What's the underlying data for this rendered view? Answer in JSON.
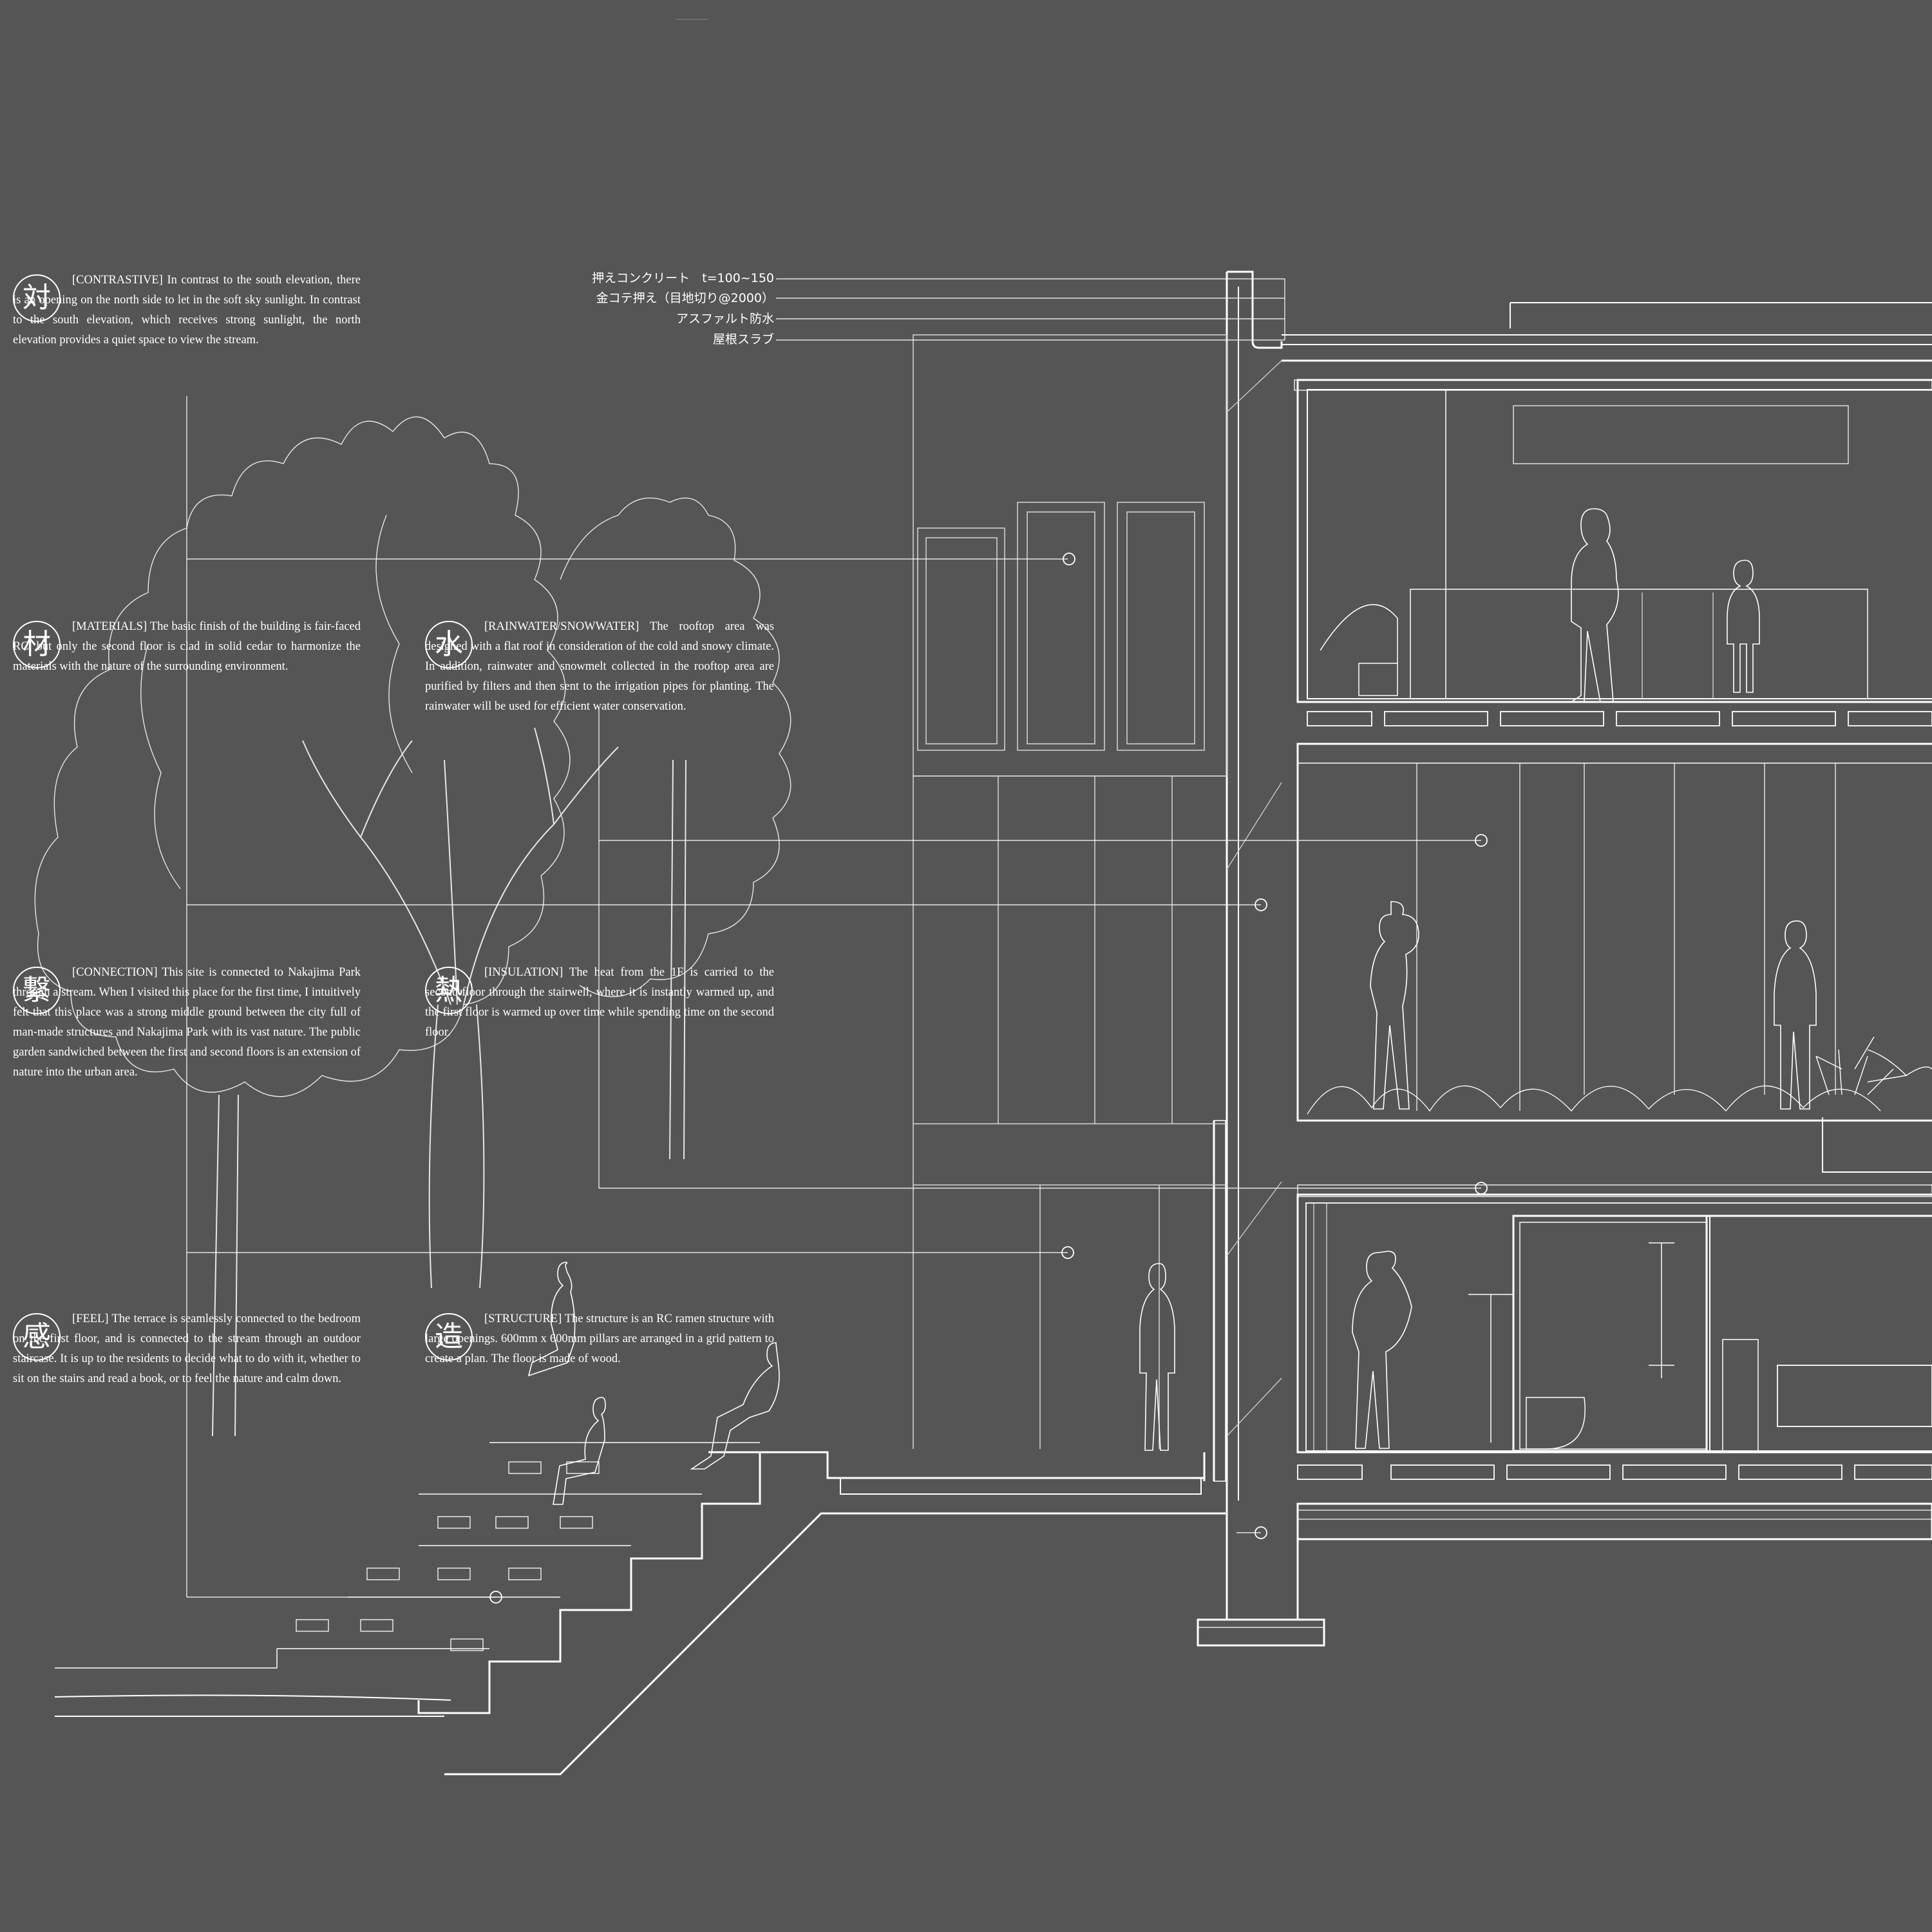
{
  "notes": [
    {
      "id": "contrastive",
      "kanji": "対",
      "text": "[CONTRASTIVE] In contrast to the south elevation, there is an opening on the north side to let in the soft sky sunlight. In contrast to the south elevation, which receives strong sunlight, the north elevation provides a quiet space to view the stream."
    },
    {
      "id": "materials",
      "kanji": "材",
      "text": "[MATERIALS] The basic finish of the building is fair-faced RC, but only the second floor is clad in solid cedar to harmonize the materials with the nature of the surrounding environment."
    },
    {
      "id": "rainwater",
      "kanji": "水",
      "text": "[RAINWATER/SNOWWATER] The rooftop area was designed with a flat roof in consideration of the cold and snowy climate. In addition, rainwater and snowmelt collected in the rooftop area are purified by filters and then sent to the irrigation pipes for planting. The rainwater will be used for efficient water conservation."
    },
    {
      "id": "connection",
      "kanji": "繋",
      "text": "[CONNECTION] This site is connected to Nakajima Park through a stream. When I visited this place for the first time, I intuitively felt that this place was a strong middle ground between the city full of man-made structures and Nakajima Park with its vast nature. The public garden sandwiched between the first and second floors is an extension of nature into the urban area."
    },
    {
      "id": "insulation",
      "kanji": "熱",
      "text": "[INSULATION] The heat from the 1F is carried to the second floor through the stairwell, where it is instantly warmed up, and the first floor is warmed up over time while spending time on the second floor."
    },
    {
      "id": "feel",
      "kanji": "感",
      "text": "[FEEL] The terrace is seamlessly connected to the bedroom on the first floor, and is connected to the stream through an outdoor staircase. It is up to the residents to decide what to do with it, whether to sit on the stairs and read a book, or to feel the nature and calm down."
    },
    {
      "id": "structure",
      "kanji": "造",
      "text": "[STRUCTURE] The structure is an RC ramen structure with large openings. 600mm x 600mm pillars are arranged in a grid pattern to create a plan. The floor is made of wood."
    }
  ],
  "roof_layers": [
    "押えコンクリート　t=100~150",
    "金コテ押え（目地切り@2000）",
    "アスファルト防水",
    "屋根スラブ"
  ],
  "colors": {
    "background": "#555555",
    "line": "#ffffff",
    "faint_line": "#bdbdbd"
  }
}
